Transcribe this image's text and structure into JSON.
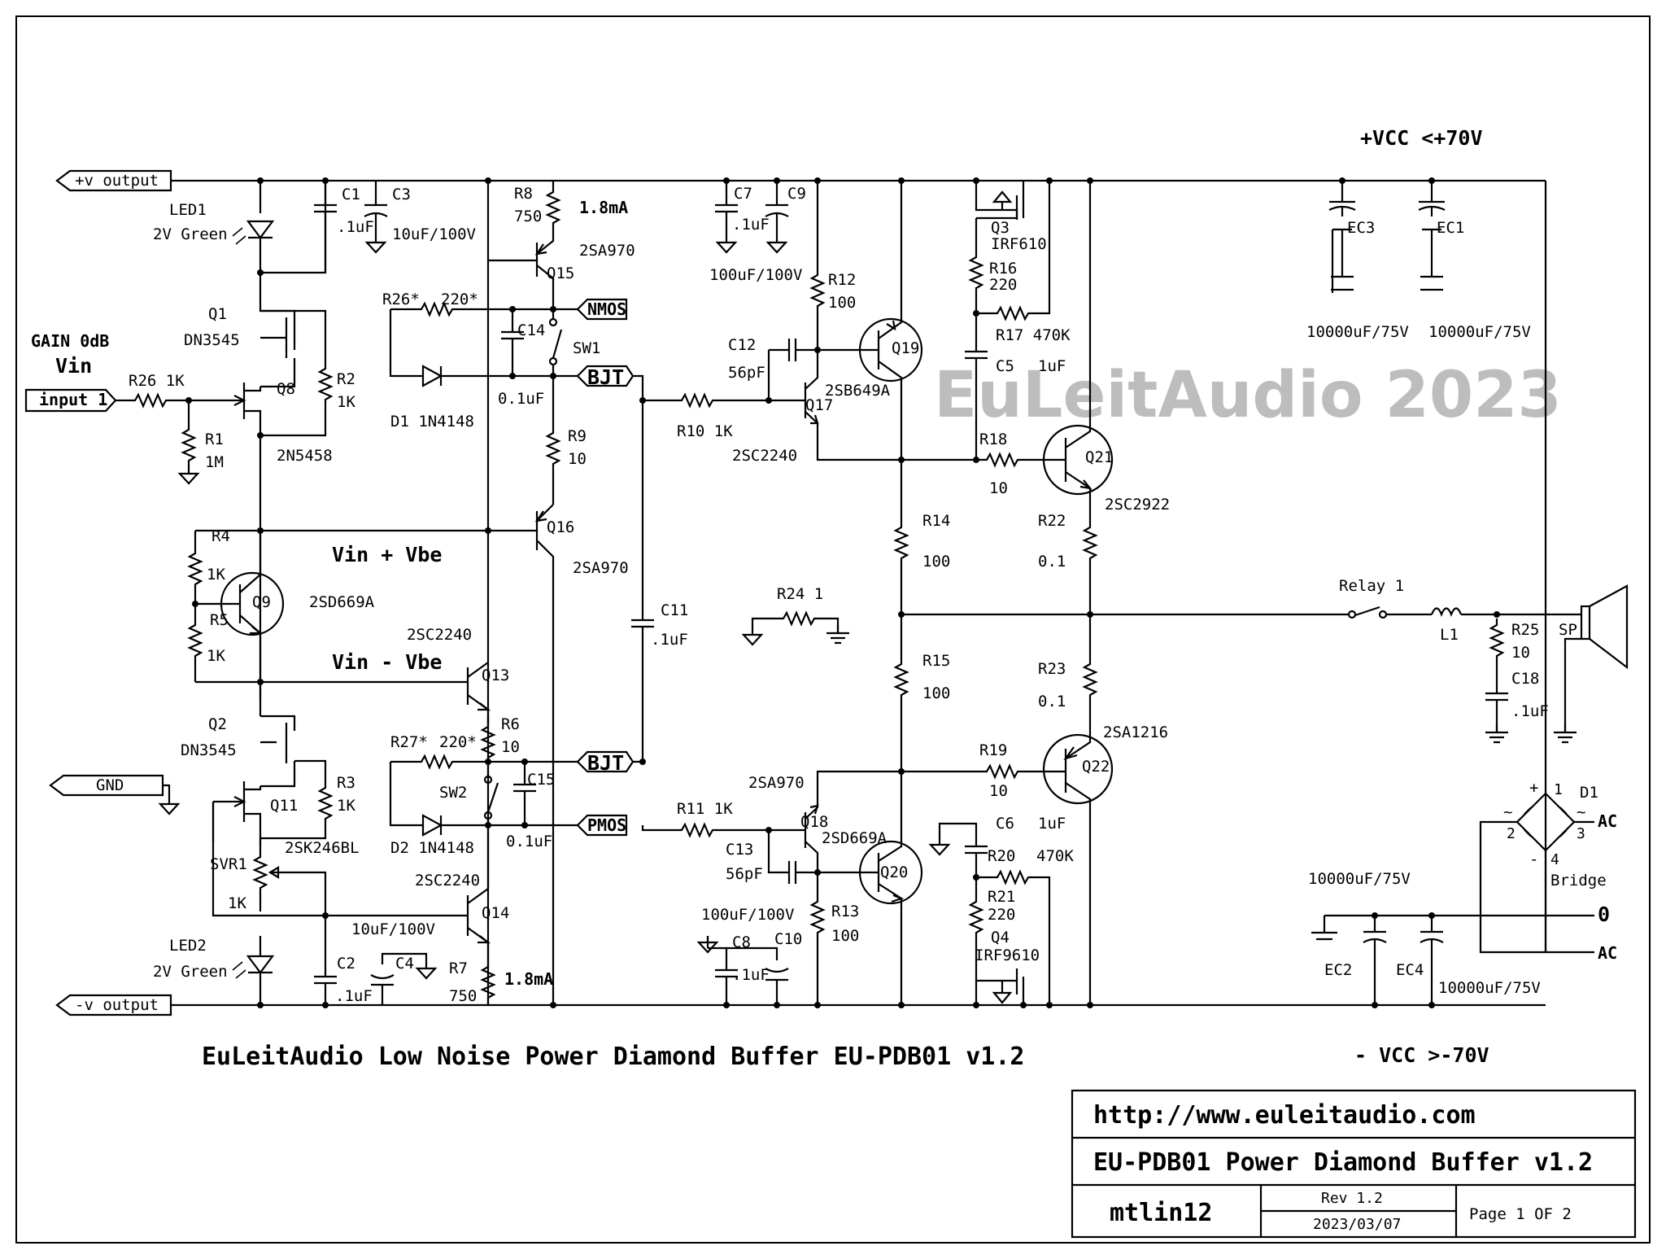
{
  "watermark": "EuLeitAudio 2023",
  "title": "EuLeitAudio Low Noise Power Diamond Buffer EU-PDB01 v1.2",
  "supply": {
    "pos": "+VCC  <+70V",
    "neg": "- VCC  >-70V"
  },
  "ports": {
    "pos_output": "+v output",
    "neg_output": "-v output",
    "input": "input 1",
    "gnd": "GND",
    "nmos": "NMOS",
    "bjt": "BJT",
    "pmos": "PMOS"
  },
  "notes": {
    "gain": "GAIN 0dB",
    "vin": "Vin",
    "vin_plus": "Vin + Vbe",
    "vin_minus": "Vin - Vbe",
    "i_top": "1.8mA",
    "i_bot": "1.8mA"
  },
  "labels": {
    "led1": "LED1",
    "led1_v": "2V Green",
    "led2": "LED2",
    "led2_v": "2V Green",
    "c1": "C1",
    "c1_v": ".1uF",
    "c3": "C3",
    "c3_v": "10uF/100V",
    "c2": "C2",
    "c2_v": ".1uF",
    "c4": "C4",
    "c4_v": "10uF/100V",
    "q1": "Q1",
    "q1_p": "DN3545",
    "q8": "Q8",
    "q8_p": "2N5458",
    "q2": "Q2",
    "q2_p": "DN3545",
    "q11": "Q11",
    "q11_p": "2SK246BL",
    "r2": "R2",
    "r2_v": "1K",
    "r3": "R3",
    "r3_v": "1K",
    "r26_in": "R26  1K",
    "r1": "R1",
    "r1_v": "1M",
    "r4": "R4",
    "r4_v": "1K",
    "r5": "R5",
    "r5_v": "1K",
    "q9": "Q9",
    "q9_p": "2SD669A",
    "svr1": "SVR1",
    "svr1_v": "1K",
    "r8": "R8",
    "r8_v": "750",
    "q15": "Q15",
    "q15_p": "2SA970",
    "r26s": "R26*",
    "r26s_v": "220*",
    "c14": "C14",
    "c14_v": "0.1uF",
    "sw1": "SW1",
    "d1": "D1 1N4148",
    "r9": "R9",
    "r9_v": "10",
    "q16": "Q16",
    "q16_p": "2SA970",
    "q13_p": "2SC2240",
    "q13": "Q13",
    "r6": "R6",
    "r6_v": "10",
    "r27s": "R27*",
    "r27s_v": "220*",
    "c15": "C15",
    "c15_v": "0.1uF",
    "sw2": "SW2",
    "d2": "D2  1N4148",
    "q14_p": "2SC2240",
    "q14": "Q14",
    "r7": "R7",
    "r7_v": "750",
    "c7": "C7",
    "c7_v": ".1uF",
    "c9": "C9",
    "c9_v": "100uF/100V",
    "r12": "R12",
    "r12_v": "100",
    "c12": "C12",
    "c12_v": "56pF",
    "q17": "Q17",
    "q17_p": "2SC2240",
    "q19": "Q19",
    "q19_p": "2SB649A",
    "r10": "R10  1K",
    "c11": "C11",
    "c11_v": ".1uF",
    "r24": "R24  1",
    "r11": "R11  1K",
    "q18_p": "2SA970",
    "q18": "Q18",
    "c13": "C13",
    "c13_v": "56pF",
    "q20": "Q20",
    "q20_p": "2SD669A",
    "r13": "R13",
    "r13_v": "100",
    "c8": "C8",
    "c8_v": ".1uF",
    "c10": "C10",
    "c10_v": "100uF/100V",
    "q3": "Q3",
    "q3_p": "IRF610",
    "r16": "R16",
    "r16_v": "220",
    "r17": "R17  470K",
    "c5": "C5",
    "c5_v": "1uF",
    "r18": "R18",
    "r18_v": "10",
    "q21": "Q21",
    "q21_p": "2SC2922",
    "r14": "R14",
    "r14_v": "100",
    "r22": "R22",
    "r22_v": "0.1",
    "r15": "R15",
    "r15_v": "100",
    "r23": "R23",
    "r23_v": "0.1",
    "r19": "R19",
    "r19_v": "10",
    "q22": "Q22",
    "q22_p": "2SA1216",
    "c6": "C6",
    "c6_v": "1uF",
    "r20": "R20",
    "r20_v": "470K",
    "r21": "R21",
    "r21_v": "220",
    "q4": "Q4",
    "q4_p": "IRF9610",
    "ec3": "EC3",
    "ec1": "EC1",
    "ec3_v": "10000uF/75V",
    "ec1_v": "10000uF/75V",
    "ec2": "EC2",
    "ec4": "EC4",
    "ec2_v": "10000uF/75V",
    "ec4_v": "10000uF/75V",
    "relay": "Relay 1",
    "l1": "L1",
    "r25": "R25",
    "r25_v": "10",
    "c18": "C18",
    "c18_v": ".1uF",
    "sp": "SP",
    "d1b": "D1",
    "bridge": "Bridge",
    "ac1": "AC",
    "ac2": "AC",
    "zero": "0",
    "pin1": "1",
    "pin2": "2",
    "pin3": "3",
    "pin4": "4",
    "plus": "+",
    "minus": "-",
    "tilde1": "~",
    "tilde2": "~"
  },
  "title_block": {
    "url": "http://www.euleitaudio.com",
    "name": "EU-PDB01 Power Diamond Buffer v1.2",
    "author": "mtlin12",
    "rev": "Rev 1.2",
    "date": "2023/03/07",
    "page": "Page 1 OF 2"
  }
}
